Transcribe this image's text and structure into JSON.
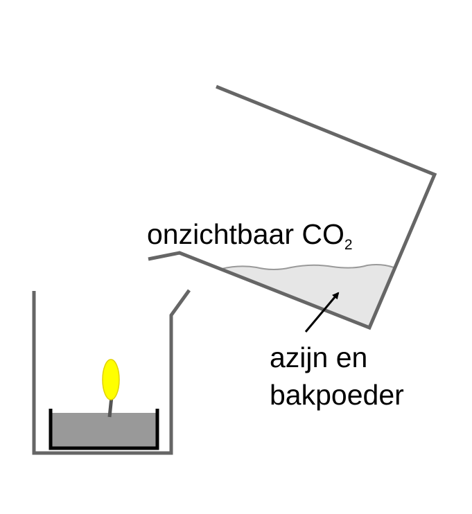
{
  "labels": {
    "gas_main": "onzichtbaar CO",
    "gas_subscript": "2",
    "liquid_line1": "azijn en",
    "liquid_line2": "bakpoeder"
  },
  "colors": {
    "glass": "#666666",
    "liquid": "#e6e6e6",
    "liquid_surface": "#999999",
    "wax": "#999999",
    "candle_holder": "#000000",
    "wick": "#555555",
    "flame": "#ffff00",
    "flame_outline": "#e0d000",
    "arrow": "#000000"
  }
}
